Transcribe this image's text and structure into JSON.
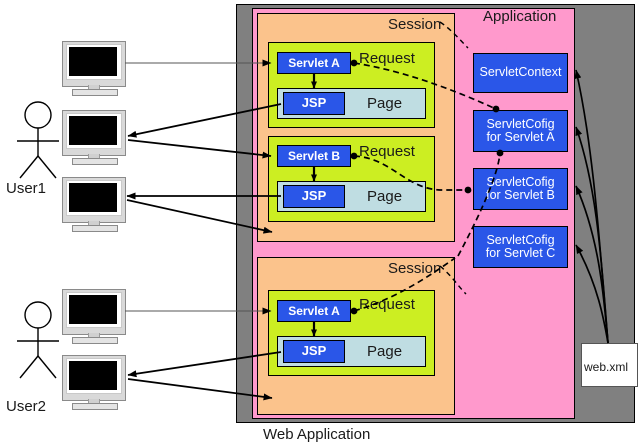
{
  "diagram": {
    "title": "Web Application",
    "containers": {
      "web_application": "Web Application",
      "application": "Application",
      "session": "Session"
    },
    "actors": [
      {
        "name": "User1"
      },
      {
        "name": "User2"
      }
    ],
    "sessions": [
      {
        "label": "Session",
        "requests": [
          {
            "label": "Request",
            "servlet": "Servlet A",
            "jsp": "JSP",
            "page": "Page"
          },
          {
            "label": "Request",
            "servlet": "Servlet B",
            "jsp": "JSP",
            "page": "Page"
          }
        ]
      },
      {
        "label": "Session",
        "requests": [
          {
            "label": "Request",
            "servlet": "Servlet A",
            "jsp": "JSP",
            "page": "Page"
          }
        ]
      }
    ],
    "application_objects": [
      {
        "line1": "ServletContext",
        "line2": ""
      },
      {
        "line1": "ServletCofig",
        "line2": "for Servlet A"
      },
      {
        "line1": "ServletCofig",
        "line2": "for Servlet B"
      },
      {
        "line1": "ServletCofig",
        "line2": "for Servlet C"
      }
    ],
    "deployment_descriptor": {
      "label": "web.xml"
    },
    "colors": {
      "web_application_bg": "#808080",
      "application_bg": "#ff99cc",
      "session_bg": "#fbc38c",
      "request_bg": "#ccee22",
      "page_bg": "#bfdde2",
      "component_bg": "#2a56e8",
      "component_text": "#ffffff",
      "note_bg": "#ffffff",
      "line": "#000000"
    }
  }
}
